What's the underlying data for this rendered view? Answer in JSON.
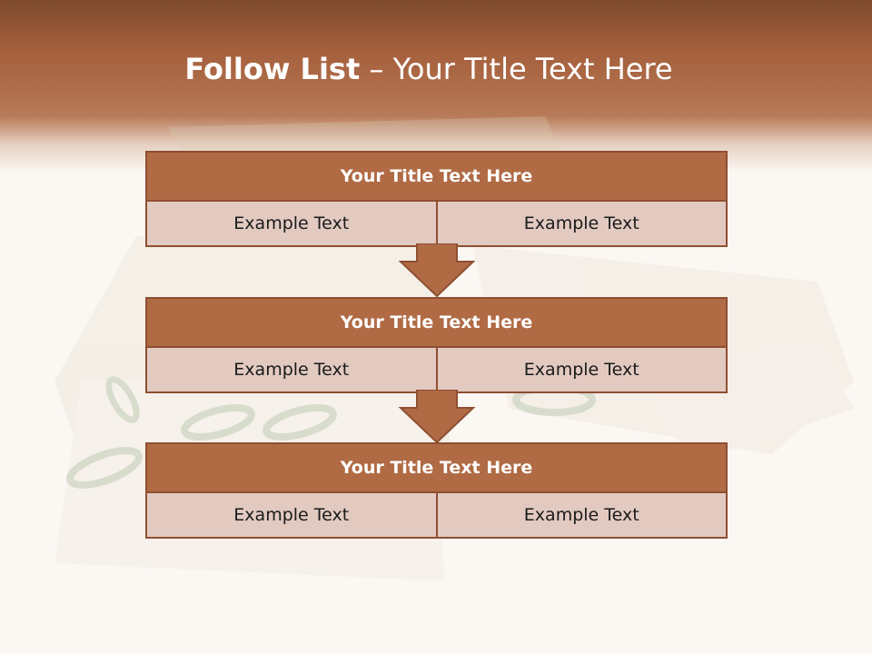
{
  "title": {
    "bold": "Follow List",
    "separator": " – ",
    "rest": "Your Title Text Here"
  },
  "blocks": [
    {
      "title": "Your Title Text Here",
      "cells": [
        "Example Text",
        "Example Text"
      ]
    },
    {
      "title": "Your Title Text Here",
      "cells": [
        "Example Text",
        "Example Text"
      ]
    },
    {
      "title": "Your Title Text Here",
      "cells": [
        "Example Text",
        "Example Text"
      ]
    }
  ],
  "colors": {
    "header": "#a55f3c",
    "block_title": "#b06b45",
    "cell": "#e2cac1",
    "border": "#8e4f32",
    "background": "#fbf7f3"
  },
  "icons": [
    "down-arrow-icon"
  ]
}
